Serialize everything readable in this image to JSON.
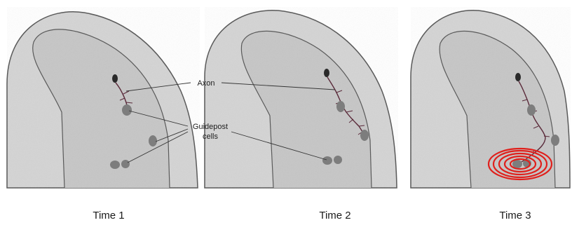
{
  "panels": [
    {
      "label": "Time 1"
    },
    {
      "label": "Time 2"
    },
    {
      "label": "Time 3"
    }
  ],
  "callouts": {
    "axon": "Axon",
    "guidepost_line1": "Guidepost",
    "guidepost_line2": "cells"
  },
  "colors": {
    "tissue_fill": "#d4d4d4",
    "tissue_outline": "#555555",
    "inner_band": "#c2c2c2",
    "axon": "#5a2a3a",
    "cell_body": "#2a2a2a",
    "guidepost_cell": "#7d7d7d",
    "signal_rings": "#e0201c"
  },
  "icons": {
    "neuron": "neuron-with-axon",
    "guidepost": "oval-cell",
    "signal": "concentric-rings"
  }
}
